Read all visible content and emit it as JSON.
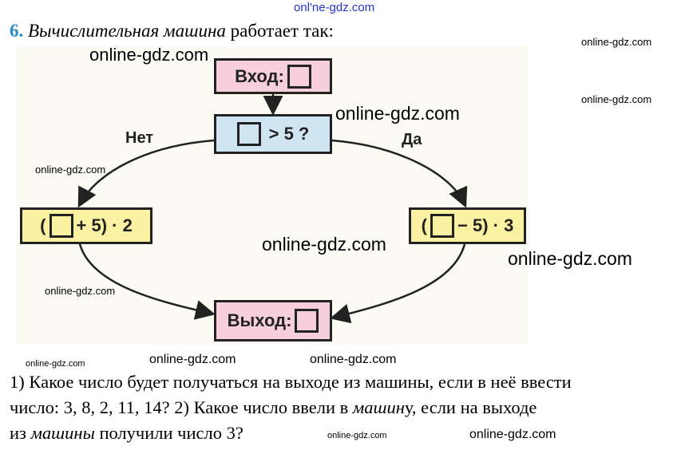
{
  "watermark": "online-gdz.com",
  "top_watermark": "onl'ne-gdz.com",
  "title": {
    "number": "6.",
    "italic": "Вычислительная машина",
    "rest": " работает так:"
  },
  "diagram": {
    "input": "Вход:",
    "condition": "> 5 ?",
    "no": "Нет",
    "yes": "Да",
    "left_open": "(",
    "left_expr": "+ 5) · 2",
    "right_open": "(",
    "right_expr": "− 5) · 3",
    "output": "Выход:"
  },
  "questions": {
    "line1": "1) Какое число будет получаться на выходе из машины, если в неё ввести",
    "line2a": "число: 3, 8, 2, 11, 14? 2) Какое число ввели в ",
    "line2b": "машин",
    "line2c": "у, если на выходе",
    "line3a": "из ",
    "line3b": "машины",
    "line3c": " получили число 3?"
  }
}
